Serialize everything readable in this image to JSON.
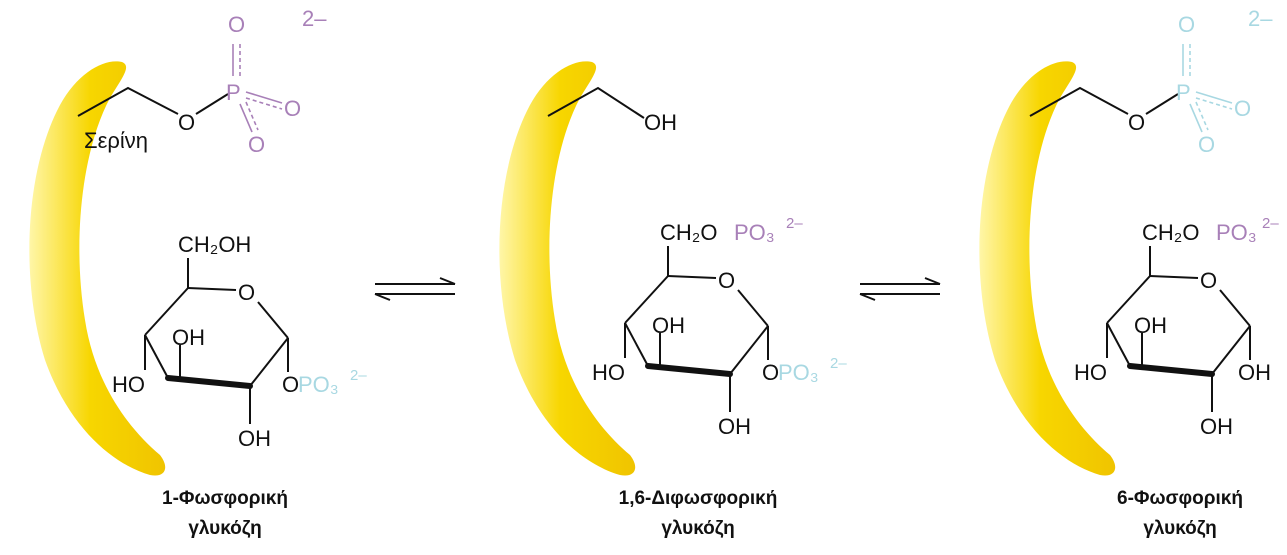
{
  "colors": {
    "enzyme": "#f5d400",
    "enzyme_light": "#fff3a0",
    "phosphate_enzyme": "#a880b8",
    "phosphate_substrate": "#a8d8e2",
    "text": "#111111"
  },
  "labels": {
    "charge": "2–",
    "oxygen": "O",
    "phosphorus": "P",
    "serine": "Σερίνη",
    "oh": "OH",
    "ho": "HO",
    "ch2oh": "CH₂OH",
    "ch2o": "CH₂O",
    "po3": "PO₃",
    "equilibrium_1": "⇌",
    "equilibrium_2": "⇌"
  },
  "names": {
    "left_line1": "1-Φωσφορική",
    "left_line2": "γλυκόζη",
    "middle_line1": "1,6-Διφωσφορική",
    "middle_line2": "γλυκόζη",
    "right_line1": "6-Φωσφορική",
    "right_line2": "γλυκόζη"
  }
}
